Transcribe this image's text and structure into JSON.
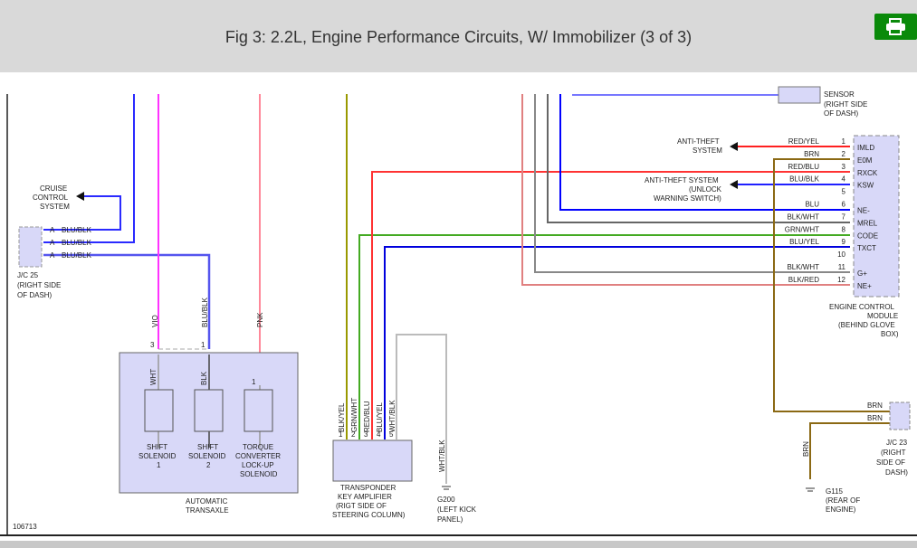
{
  "header": {
    "title": "Fig 3: 2.2L, Engine Performance Circuits, W/ Immobilizer (3 of 3)",
    "print_icon": "printer-icon",
    "print_color": "#0a8a0a"
  },
  "diagram": {
    "figure_number": "106713",
    "top_sensor": [
      "SENSOR",
      "(RIGHT SIDE",
      "OF DASH)"
    ],
    "cruise": [
      "CRUISE",
      "CONTROL",
      "SYSTEM"
    ],
    "jc25": {
      "pins": [
        "A",
        "A",
        "A"
      ],
      "wires": [
        "BLU/BLK",
        "BLU/BLK",
        "BLU/BLK"
      ],
      "label": [
        "J/C 25",
        "(RIGHT SIDE",
        "OF DASH)"
      ]
    },
    "transaxle": {
      "wires_in": [
        "VIO",
        "BLU/BLK",
        "PNK"
      ],
      "pins_in": [
        "3",
        "1",
        "1"
      ],
      "inner_wires": [
        "WHT",
        "BLK"
      ],
      "solenoids": [
        [
          "SHIFT",
          "SOLENOID",
          "1"
        ],
        [
          "SHIFT",
          "SOLENOID",
          "2"
        ],
        [
          "TORQUE",
          "CONVERTER",
          "LOCK-UP",
          "SOLENOID"
        ]
      ],
      "label": [
        "AUTOMATIC",
        "TRANSAXLE"
      ]
    },
    "transponder": {
      "pins": [
        "1",
        "2",
        "3",
        "4",
        "5"
      ],
      "wires": [
        "BLK/YEL",
        "GRN/WHT",
        "RED/BLU",
        "BLU/YEL",
        "WHT/BLK"
      ],
      "label": [
        "TRANSPONDER",
        "KEY AMPLIFIER",
        "(RIGT SIDE OF",
        "STEERING COLUMN)"
      ]
    },
    "g200": {
      "wire": "WHT/BLK",
      "label": [
        "G200",
        "(LEFT KICK",
        "PANEL)"
      ]
    },
    "anti_theft": [
      "ANTI-THEFT",
      "SYSTEM"
    ],
    "anti_theft_unlock": [
      "ANTI-THEFT SYSTEM",
      "(UNLOCK",
      "WARNING SWITCH)"
    ],
    "ecm": {
      "pins": [
        {
          "num": "1",
          "wire": "RED/YEL",
          "name": "IMLD",
          "color": "#ff2020"
        },
        {
          "num": "2",
          "wire": "BRN",
          "name": "E0M",
          "color": "#8b6914"
        },
        {
          "num": "3",
          "wire": "RED/BLU",
          "name": "RXCK",
          "color": "#ff3030"
        },
        {
          "num": "4",
          "wire": "BLU/BLK",
          "name": "KSW",
          "color": "#2020ff"
        },
        {
          "num": "5",
          "wire": "",
          "name": "",
          "color": ""
        },
        {
          "num": "6",
          "wire": "BLU",
          "name": "NE-",
          "color": "#0000ff"
        },
        {
          "num": "7",
          "wire": "BLK/WHT",
          "name": "MREL",
          "color": "#666666"
        },
        {
          "num": "8",
          "wire": "GRN/WHT",
          "name": "CODE",
          "color": "#44aa22"
        },
        {
          "num": "9",
          "wire": "BLU/YEL",
          "name": "TXCT",
          "color": "#0000cc"
        },
        {
          "num": "10",
          "wire": "",
          "name": "",
          "color": ""
        },
        {
          "num": "11",
          "wire": "BLK/WHT",
          "name": "G+",
          "color": "#888888"
        },
        {
          "num": "12",
          "wire": "BLK/RED",
          "name": "NE+",
          "color": "#e08080"
        }
      ],
      "label": [
        "ENGINE CONTROL",
        "MODULE",
        "(BEHIND GLOVE",
        "BOX)"
      ]
    },
    "jc23": {
      "wires": [
        "BRN",
        "BRN"
      ],
      "label": [
        "J/C 23",
        "(RIGHT",
        "SIDE OF",
        "DASH)"
      ]
    },
    "g115": {
      "wire": "BRN",
      "label": [
        "G115",
        "(REAR OF",
        "ENGINE)"
      ]
    }
  }
}
